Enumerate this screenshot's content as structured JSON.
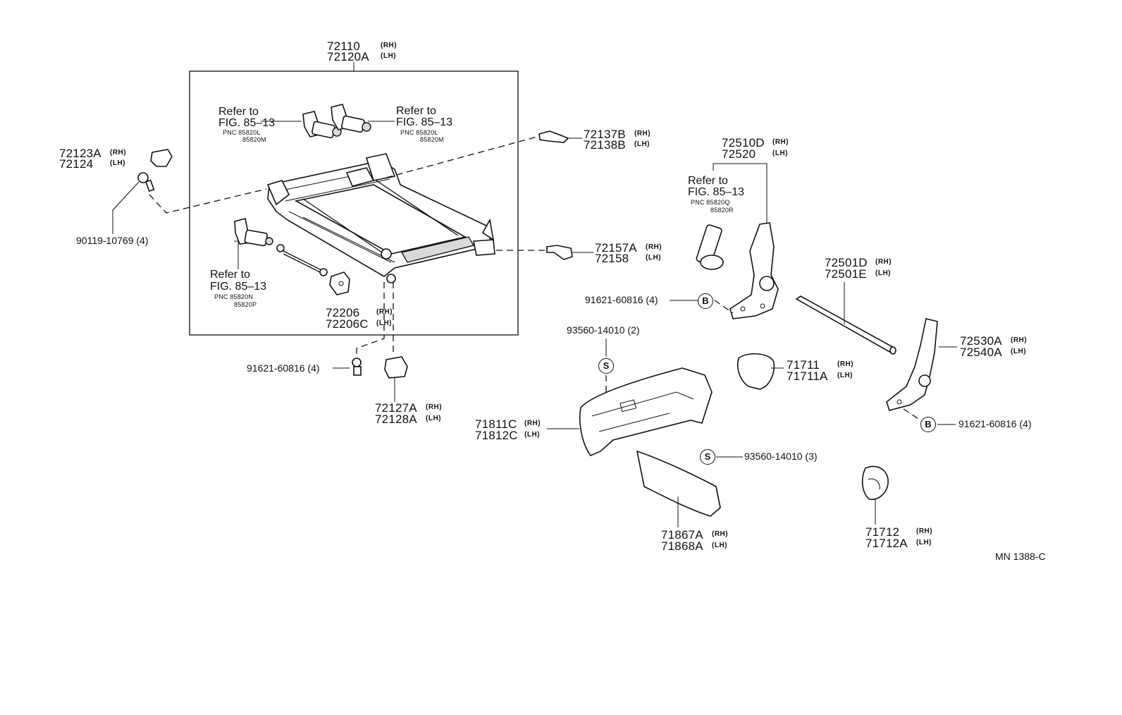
{
  "callouts": {
    "frame_rh": {
      "pn": "72110",
      "side": "(RH)"
    },
    "frame_lh": {
      "pn": "72120A",
      "side": "(LH)"
    },
    "c72123a": {
      "pn": "72123A",
      "side": "(RH)"
    },
    "c72124": {
      "pn": "72124",
      "side": "(LH)"
    },
    "c90119": {
      "pn": "90119-10769 (4)"
    },
    "c72137b": {
      "pn": "72137B",
      "side": "(RH)"
    },
    "c72138b": {
      "pn": "72138B",
      "side": "(LH)"
    },
    "c72157a": {
      "pn": "72157A",
      "side": "(RH)"
    },
    "c72158": {
      "pn": "72158",
      "side": "(LH)"
    },
    "c72206": {
      "pn": "72206",
      "side": "(RH)"
    },
    "c72206c": {
      "pn": "72206C",
      "side": "(LH)"
    },
    "c91621a": {
      "pn": "91621-60816 (4)"
    },
    "c72127a": {
      "pn": "72127A",
      "side": "(RH)"
    },
    "c72128a": {
      "pn": "72128A",
      "side": "(LH)"
    },
    "c72510d": {
      "pn": "72510D",
      "side": "(RH)"
    },
    "c72520": {
      "pn": "72520",
      "side": "(LH)"
    },
    "c91621b": {
      "pn": "91621-60816 (4)"
    },
    "c72501d": {
      "pn": "72501D",
      "side": "(RH)"
    },
    "c72501e": {
      "pn": "72501E",
      "side": "(LH)"
    },
    "c93560a": {
      "pn": "93560-14010 (2)"
    },
    "c71711": {
      "pn": "71711",
      "side": "(RH)"
    },
    "c71711a": {
      "pn": "71711A",
      "side": "(LH)"
    },
    "c72530a": {
      "pn": "72530A",
      "side": "(RH)"
    },
    "c72540a": {
      "pn": "72540A",
      "side": "(LH)"
    },
    "c71811c": {
      "pn": "71811C",
      "side": "(RH)"
    },
    "c71812c": {
      "pn": "71812C",
      "side": "(LH)"
    },
    "c91621c": {
      "pn": "91621-60816 (4)"
    },
    "c93560b": {
      "pn": "93560-14010 (3)"
    },
    "c71867a": {
      "pn": "71867A",
      "side": "(RH)"
    },
    "c71868a": {
      "pn": "71868A",
      "side": "(LH)"
    },
    "c71712": {
      "pn": "71712",
      "side": "(RH)"
    },
    "c71712a": {
      "pn": "71712A",
      "side": "(LH)"
    }
  },
  "refs": {
    "top_left": {
      "l1": "Refer to",
      "l2": "FIG. 85–13",
      "pnc1": "PNC 85820L",
      "pnc2": "85820M"
    },
    "top_right": {
      "l1": "Refer to",
      "l2": "FIG. 85–13",
      "pnc1": "PNC 85820L",
      "pnc2": "85820M"
    },
    "bottom_left": {
      "l1": "Refer to",
      "l2": "FIG. 85–13",
      "pnc1": "PNC 85820N",
      "pnc2": "85820P"
    },
    "right": {
      "l1": "Refer to",
      "l2": "FIG. 85–13",
      "pnc1": "PNC 85820Q",
      "pnc2": "85820R"
    }
  },
  "markers": {
    "b": "B",
    "s": "S"
  },
  "drawing_code": "MN 1388-C"
}
